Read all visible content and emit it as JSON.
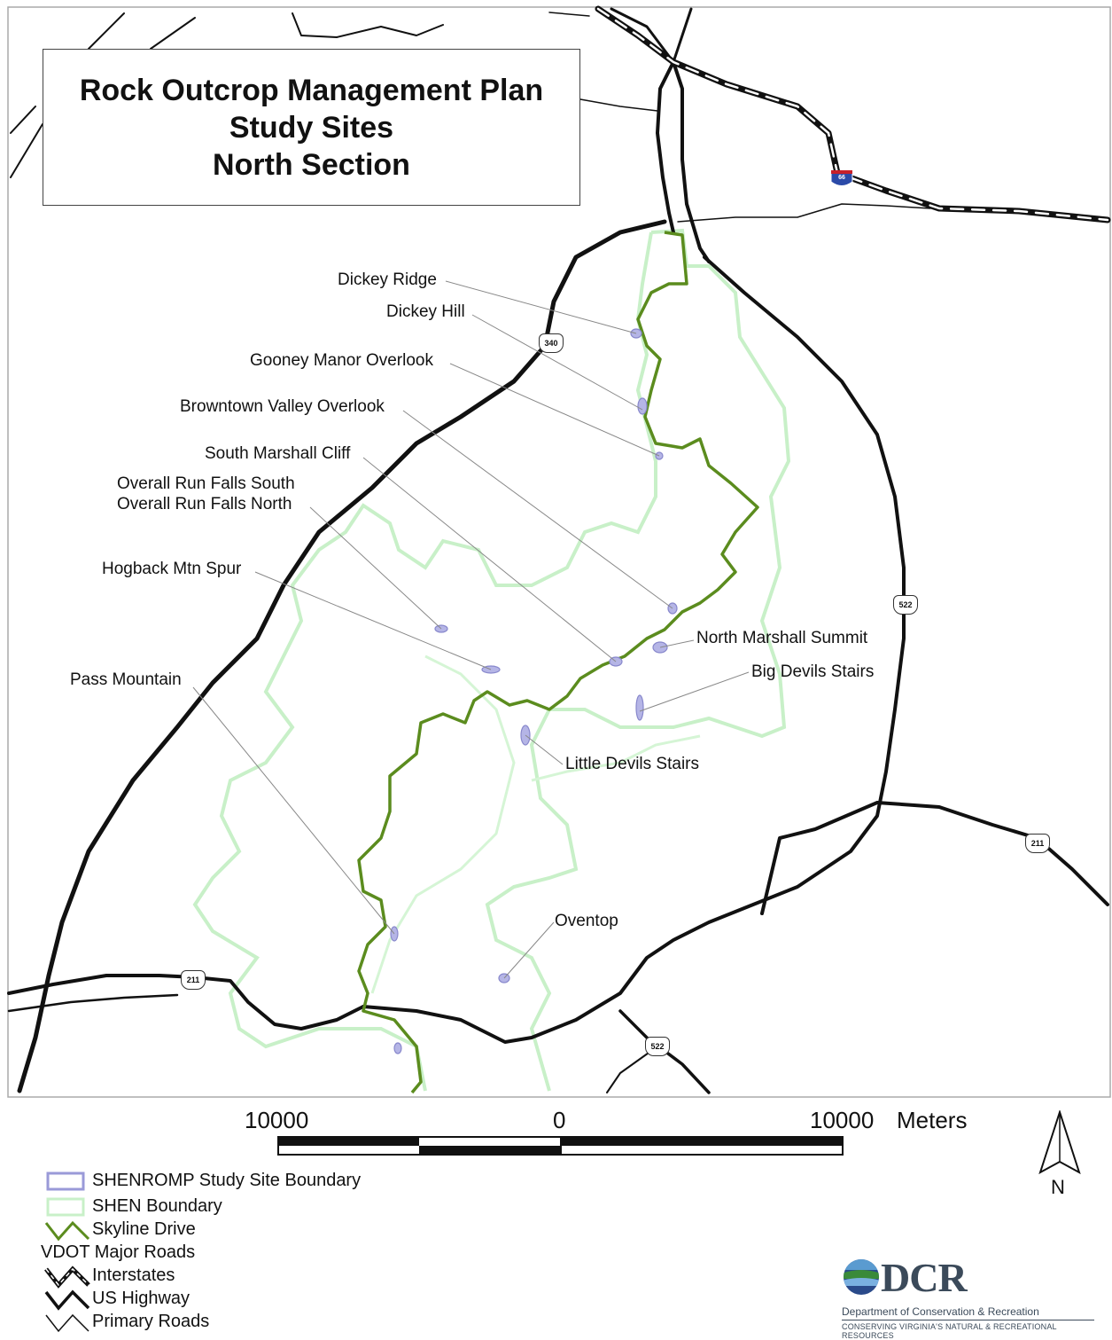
{
  "title": {
    "lines": [
      "Rock Outcrop Management Plan",
      "Study Sites",
      "North Section"
    ]
  },
  "sites": [
    {
      "name": "Dickey Ridge"
    },
    {
      "name": "Dickey Hill"
    },
    {
      "name": "Gooney Manor Overlook"
    },
    {
      "name": "Browntown Valley Overlook"
    },
    {
      "name": "South Marshall Cliff"
    },
    {
      "name": "Overall Run Falls South"
    },
    {
      "name": "Overall Run Falls North"
    },
    {
      "name": "Hogback Mtn Spur"
    },
    {
      "name": "Pass Mountain"
    },
    {
      "name": "North Marshall Summit"
    },
    {
      "name": "Big Devils Stairs"
    },
    {
      "name": "Little Devils Stairs"
    },
    {
      "name": "Oventop"
    }
  ],
  "route_shields": {
    "us340": "340",
    "us522_a": "522",
    "us522_b": "522",
    "us211_a": "211",
    "us211_b": "211",
    "i66": "66"
  },
  "scale_bar": {
    "left_label": "10000",
    "center_label": "0",
    "right_label": "10000",
    "unit": "Meters"
  },
  "north_arrow": {
    "label": "N"
  },
  "legend": {
    "study_site": "SHENROMP Study Site Boundary",
    "shen_boundary": "SHEN Boundary",
    "skyline": "Skyline Drive",
    "vdot": "VDOT Major Roads",
    "interstates": "Interstates",
    "us_highway": "US Highway",
    "primary": "Primary Roads"
  },
  "colors": {
    "shen_boundary": "#c8f0c8",
    "skyline": "#5b8c1e",
    "study_site": "#9a9ad8",
    "roads": "#111111"
  },
  "logo": {
    "word": "DCR",
    "subtitle": "Department of Conservation & Recreation",
    "tagline": "CONSERVING VIRGINIA'S NATURAL & RECREATIONAL RESOURCES"
  }
}
